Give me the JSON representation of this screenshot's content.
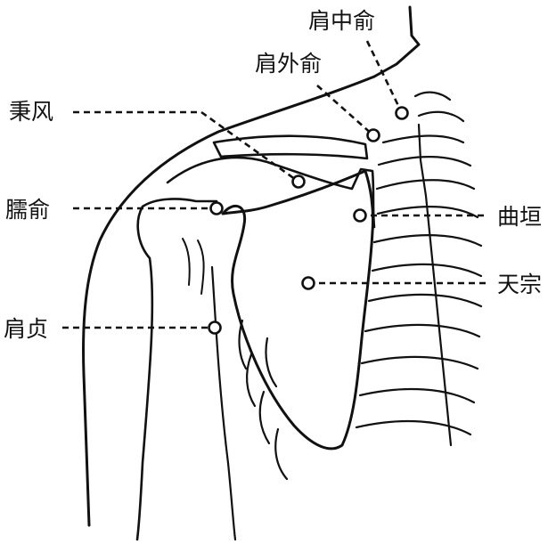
{
  "colors": {
    "ink": "#111111",
    "paper": "#ffffff"
  },
  "points": [
    {
      "id": "jianzhongshu",
      "label": "肩中俞"
    },
    {
      "id": "jianwaishu",
      "label": "肩外俞"
    },
    {
      "id": "bingfeng",
      "label": "秉风"
    },
    {
      "id": "naoshu",
      "label": "臑俞"
    },
    {
      "id": "quyuan",
      "label": "曲垣"
    },
    {
      "id": "tianzong",
      "label": "天宗"
    },
    {
      "id": "jianzhen",
      "label": "肩贞"
    }
  ]
}
